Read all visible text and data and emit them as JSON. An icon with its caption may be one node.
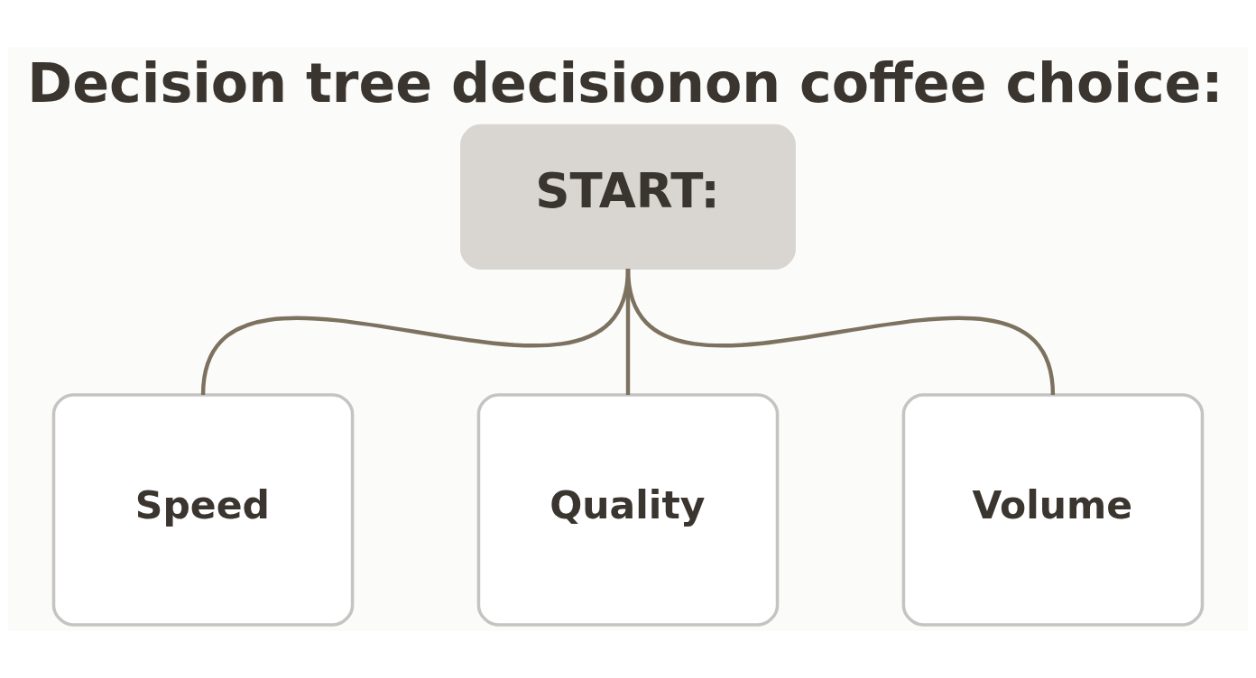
{
  "diagram": {
    "title": "Decision tree decisionon coffee choice:",
    "nodes": [
      {
        "text": [
          "START:"
        ]
      },
      {
        "text": [
          "Speed"
        ]
      },
      {
        "text": [
          "Quality"
        ]
      },
      {
        "text": [
          "Volume"
        ]
      }
    ],
    "edges": [
      {
        "from": 0,
        "to": 1,
        "arrow": "none"
      },
      {
        "from": 0,
        "to": 2,
        "arrow": "none"
      },
      {
        "from": 0,
        "to": 3,
        "arrow": "none"
      }
    ]
  }
}
